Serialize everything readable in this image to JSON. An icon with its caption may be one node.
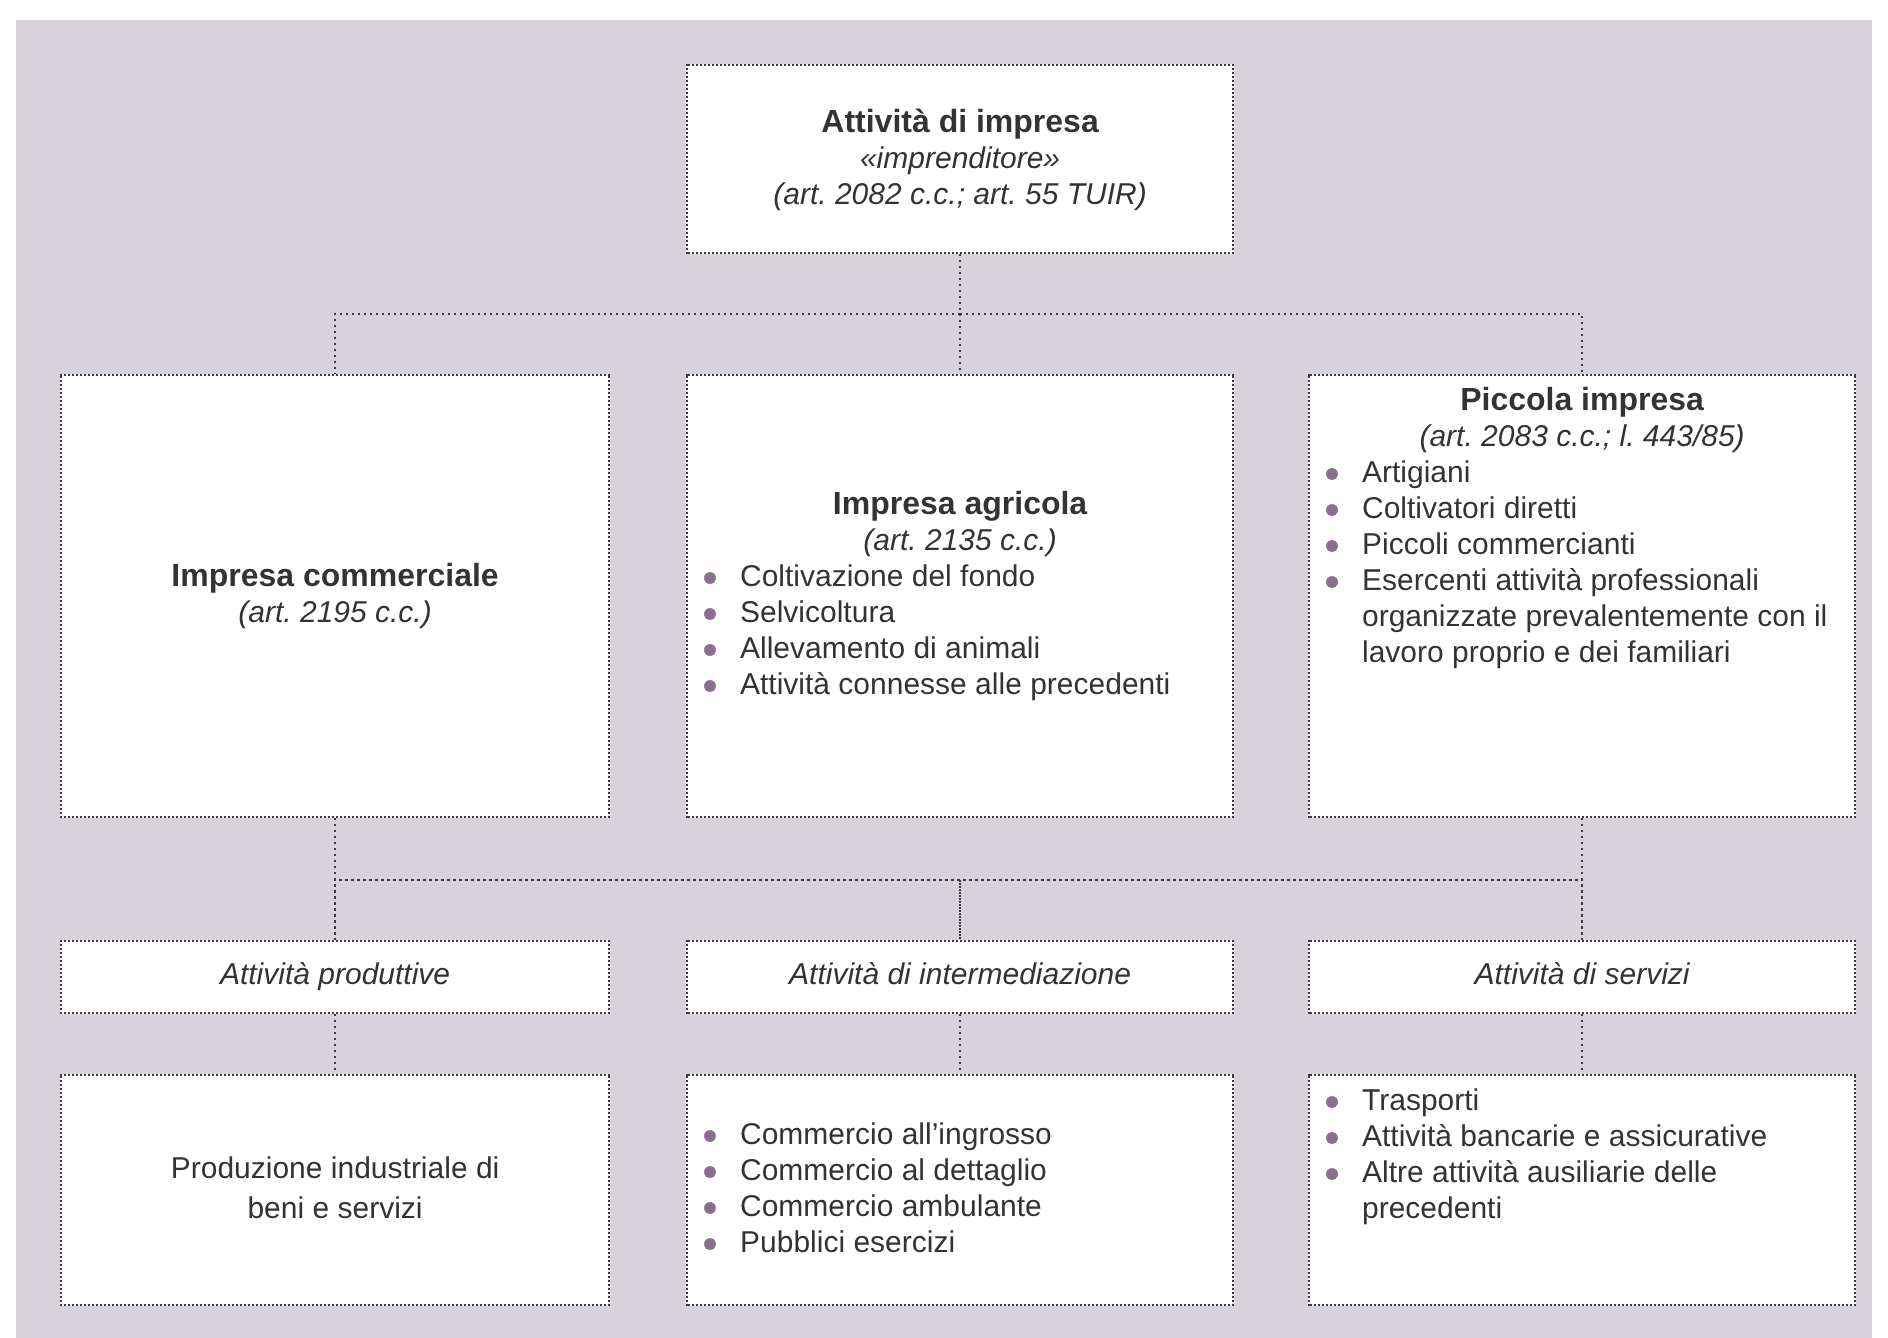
{
  "diagram": {
    "nodes": [
      {
        "text": [
          "Attività di impresa",
          "«imprenditore»",
          "(art. 2082 c.c.; art. 55 TUIR)"
        ]
      },
      {
        "text": [
          "Impresa commerciale",
          "(art. 2195 c.c.)"
        ]
      },
      {
        "text": [
          "Impresa agricola",
          "(art. 2135 c.c.)",
          "Coltivazione del fondo",
          "Selvicoltura",
          "Allevamento di animali",
          "Attività connesse alle precedenti"
        ]
      },
      {
        "text": [
          "Piccola impresa",
          "(art. 2083 c.c.; l. 443/85)",
          "Artigiani",
          "Coltivatori diretti",
          "Piccoli commercianti",
          "Esercenti attività professionali organizzate prevalentemente con il lavoro proprio e dei familiari"
        ]
      },
      {
        "text": [
          "Attività produttive"
        ]
      },
      {
        "text": [
          "Attività di intermediazione"
        ]
      },
      {
        "text": [
          "Attività di servizi"
        ]
      },
      {
        "text": [
          "Produzione industriale di beni e servizi"
        ]
      },
      {
        "text": [
          "Commercio all’ingrosso",
          "Commercio al dettaglio",
          "Commercio ambulante",
          "Pubblici esercizi"
        ]
      },
      {
        "text": [
          "Trasporti",
          "Attività bancarie e assicurative",
          "Altre attività ausiliarie delle precedenti"
        ]
      }
    ],
    "edges": [
      {
        "from": 0,
        "to": 1,
        "arrow": "none"
      },
      {
        "from": 0,
        "to": 2,
        "arrow": "none"
      },
      {
        "from": 0,
        "to": 3,
        "arrow": "none"
      },
      {
        "from": 1,
        "to": 4,
        "arrow": "none"
      },
      {
        "from": 1,
        "to": 5,
        "arrow": "none"
      },
      {
        "from": 1,
        "to": 6,
        "arrow": "none"
      },
      {
        "from": 3,
        "to": 4,
        "arrow": "none"
      },
      {
        "from": 3,
        "to": 5,
        "arrow": "none"
      },
      {
        "from": 3,
        "to": 6,
        "arrow": "none"
      },
      {
        "from": 4,
        "to": 7,
        "arrow": "none"
      },
      {
        "from": 5,
        "to": 8,
        "arrow": "none"
      },
      {
        "from": 6,
        "to": 9,
        "arrow": "none"
      }
    ]
  }
}
